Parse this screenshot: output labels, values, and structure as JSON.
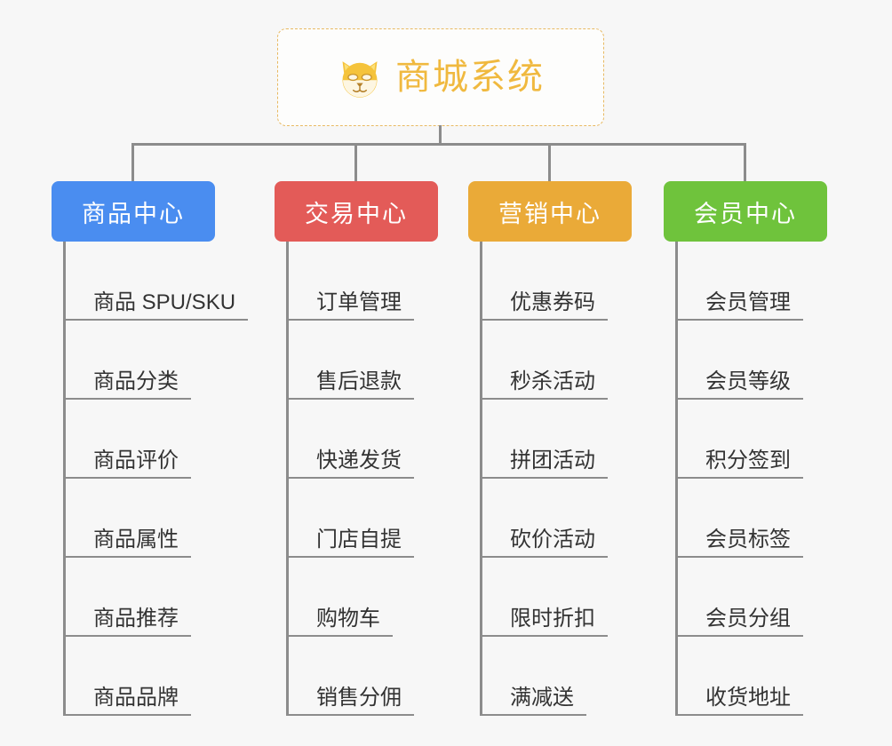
{
  "root": {
    "title": "商城系统",
    "icon": "shiba-dog-emoji",
    "text_color": "#f0b93f",
    "border_color": "#e8b962",
    "background": "#fdfdfc"
  },
  "canvas": {
    "background": "#f7f7f7",
    "connector_color": "#8c8c8c"
  },
  "categories": [
    {
      "label": "商品中心",
      "color": "#4a8df0",
      "items": [
        "商品 SPU/SKU",
        "商品分类",
        "商品评价",
        "商品属性",
        "商品推荐",
        "商品品牌"
      ]
    },
    {
      "label": "交易中心",
      "color": "#e35b58",
      "items": [
        "订单管理",
        "售后退款",
        "快递发货",
        "门店自提",
        "购物车",
        "销售分佣"
      ]
    },
    {
      "label": "营销中心",
      "color": "#eaaa38",
      "items": [
        "优惠券码",
        "秒杀活动",
        "拼团活动",
        "砍价活动",
        "限时折扣",
        "满减送"
      ]
    },
    {
      "label": "会员中心",
      "color": "#6fc33c",
      "items": [
        "会员管理",
        "会员等级",
        "积分签到",
        "会员标签",
        "会员分组",
        "收货地址"
      ]
    }
  ]
}
